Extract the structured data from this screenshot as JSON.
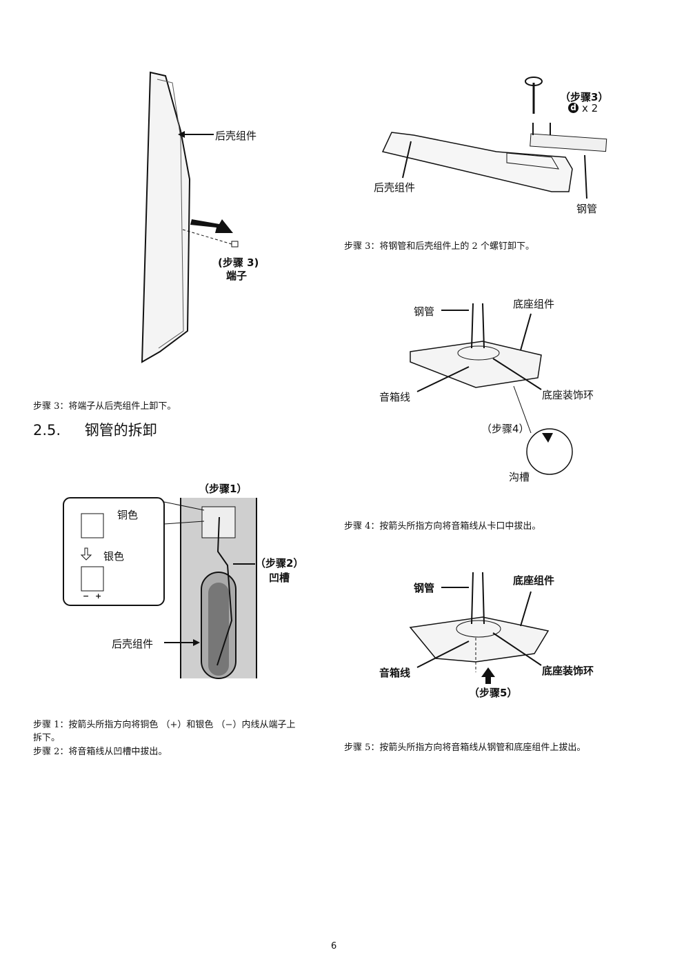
{
  "fig1": {
    "label_shell": "后壳组件",
    "label_step": "(步骤 3)",
    "label_terminal": "端子"
  },
  "caption1": "步骤 3：将端子从后壳组件上卸下。",
  "section": {
    "number": "2.5.",
    "title": "钢管的拆卸"
  },
  "fig2": {
    "step1": "（步骤1）",
    "copper": "铜色",
    "silver": "银色",
    "step2": "（步骤2）",
    "groove": "凹槽",
    "shell": "后壳组件",
    "minus": "−",
    "plus": "+"
  },
  "caption2a": "步骤 1：按箭头所指方向将铜色 （+）和银色 （−）内线从端子上",
  "caption2b": "拆下。",
  "caption2c": "步骤 2：将音箱线从凹槽中拔出。",
  "fig3": {
    "step": "（步骤3）",
    "screw_mark": "d",
    "count": "x 2",
    "shell": "后壳组件",
    "pipe": "钢管"
  },
  "caption3": "步骤 3：将钢管和后壳组件上的 2 个螺钉卸下。",
  "fig4": {
    "pipe": "钢管",
    "base": "底座组件",
    "cable": "音箱线",
    "ring": "底座装饰环",
    "step": "（步骤4）",
    "slot": "沟槽"
  },
  "caption4": "步骤 4：按箭头所指方向将音箱线从卡口中拔出。",
  "fig5": {
    "pipe": "钢管",
    "base": "底座组件",
    "cable": "音箱线",
    "ring": "底座装饰环",
    "step": "（步骤5）"
  },
  "caption5": "步骤 5：按箭头所指方向将音箱线从钢管和底座组件上拔出。",
  "page_number": "6"
}
